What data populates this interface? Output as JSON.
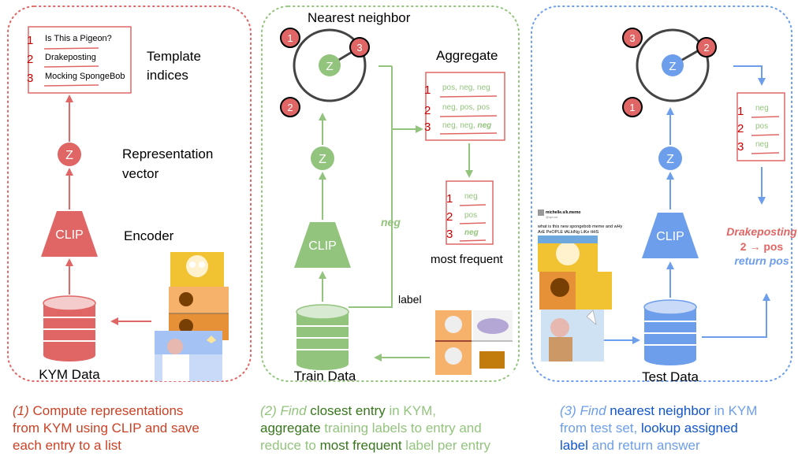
{
  "panel1": {
    "template_title": "Template\nindices",
    "items": [
      {
        "num": "1",
        "label": "Is This a Pigeon?"
      },
      {
        "num": "2",
        "label": "Drakeposting"
      },
      {
        "num": "3",
        "label": "Mocking SpongeBob"
      }
    ],
    "z_label": "Z",
    "rep_label": "Representation\nvector",
    "clip_label": "CLIP",
    "encoder_label": "Encoder",
    "db_label": "KYM Data",
    "caption": {
      "step": "(1)",
      "line1_b": "Compute representations",
      "line2_b": "from KYM using CLIP and save",
      "line3_b": "each entry to a list"
    }
  },
  "panel2": {
    "nn_title": "Nearest neighbor",
    "aggregate_title": "Aggregate",
    "nodes": [
      "1",
      "3",
      "2"
    ],
    "z_label": "Z",
    "agg_items": [
      {
        "num": "1",
        "text": "pos, neg, neg"
      },
      {
        "num": "2",
        "text": "neg, pos, pos"
      },
      {
        "num": "3",
        "text_plain": "neg, neg, ",
        "text_bold": "neg"
      }
    ],
    "freq_items": [
      {
        "num": "1",
        "text": "neg"
      },
      {
        "num": "2",
        "text": "pos"
      },
      {
        "num": "3",
        "text": "neg"
      }
    ],
    "most_frequent_label": "most frequent",
    "neg_label": "neg",
    "label_label": "label",
    "clip_label": "CLIP",
    "db_label": "Train Data",
    "caption": {
      "step": "(2) Find ",
      "closest": "closest entry",
      "in_kym": " in KYM,",
      "aggregate": "aggregate",
      "training": " training labels to entry and",
      "reduce": "reduce to ",
      "most_frequent": "most frequent",
      "label_per_entry": " label per entry"
    }
  },
  "panel3": {
    "nodes": [
      "3",
      "2",
      "1"
    ],
    "z_label": "Z",
    "list_items": [
      {
        "num": "1",
        "text": "neg"
      },
      {
        "num": "2",
        "text": "pos"
      },
      {
        "num": "3",
        "text": "neg"
      }
    ],
    "result_line1": "Drakeposting",
    "result_line2": "2 → pos",
    "result_line3": "return pos",
    "clip_label": "CLIP",
    "db_label": "Test Data",
    "tweet_user": "michelle.s/k.memo",
    "tweet_handle": "@sprout",
    "tweet_text_line1": "what is this new spongebob meme and wHy",
    "tweet_text_line2": "ArE PeOPLE tALkiNg LiKe tHiS",
    "caption": {
      "step": "(3) Find ",
      "nearest": "nearest neighbor",
      "in_kym": " in KYM",
      "from": "from test set, ",
      "lookup": "lookup assigned",
      "label": "label",
      "return": " and return answer"
    }
  },
  "colors": {
    "red": "#e06666",
    "green": "#93c47d",
    "blue": "#6d9eeb",
    "darkgreen": "#38761d",
    "darkblue": "#1155cc",
    "darkred": "#cc0000",
    "caption_red": "#cc4125",
    "caption_green": "#93c47d",
    "caption_blue": "#6d9eeb"
  }
}
